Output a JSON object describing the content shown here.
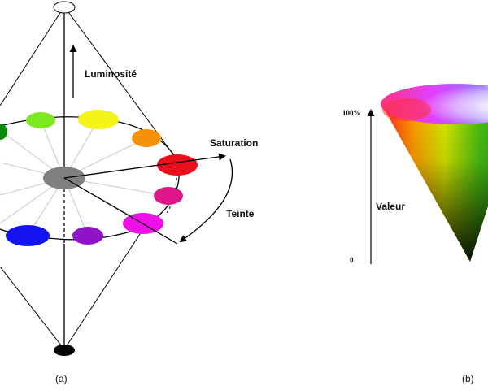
{
  "panel_a": {
    "labels": {
      "luminosity": "Luminosité",
      "saturation": "Saturation",
      "hue": "Teinte"
    },
    "caption": "(a)",
    "hue_colors": [
      {
        "name": "red",
        "color": "#e8101a"
      },
      {
        "name": "crimson",
        "color": "#e0158a"
      },
      {
        "name": "magenta",
        "color": "#ef10e8"
      },
      {
        "name": "purple",
        "color": "#8f14c8"
      },
      {
        "name": "blue",
        "color": "#1414f2"
      },
      {
        "name": "green",
        "color": "#0a8c0a"
      },
      {
        "name": "lime",
        "color": "#7ce81e"
      },
      {
        "name": "yellow",
        "color": "#f4f418"
      },
      {
        "name": "orange",
        "color": "#f4900a"
      }
    ],
    "center_color": "#808080",
    "top_color": "#ffffff",
    "bottom_color": "#000000"
  },
  "panel_b": {
    "labels": {
      "value": "Valeur",
      "top_tick": "100%",
      "bottom_tick": "0"
    },
    "caption": "(b)"
  }
}
